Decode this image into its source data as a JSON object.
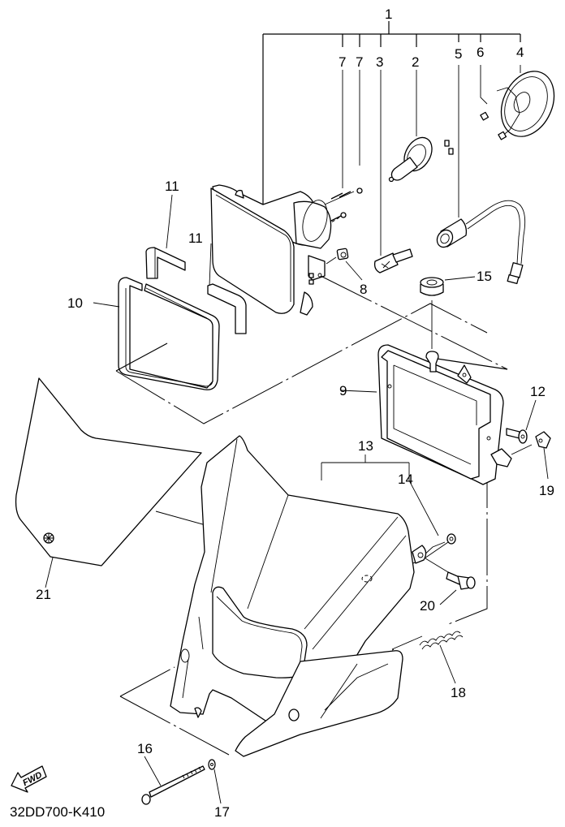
{
  "diagram": {
    "title": "Headlight assembly exploded parts diagram",
    "diagram_code": "32DD700-K410",
    "fwd_indicator": "FWD",
    "callouts": [
      {
        "id": "1",
        "part": "headlight-assembly"
      },
      {
        "id": "2",
        "part": "headlight-bulb"
      },
      {
        "id": "3",
        "part": "auxiliary-bulb"
      },
      {
        "id": "4",
        "part": "bulb-cover"
      },
      {
        "id": "5",
        "part": "socket-cord"
      },
      {
        "id": "6",
        "part": "bulb-retaining-spring"
      },
      {
        "id": "7",
        "part": "adjusting-screw-a"
      },
      {
        "id": "7",
        "part": "adjusting-screw-b"
      },
      {
        "id": "8",
        "part": "nut"
      },
      {
        "id": "9",
        "part": "headlight-bracket"
      },
      {
        "id": "10",
        "part": "seal-frame"
      },
      {
        "id": "11",
        "part": "seal-strip-upper"
      },
      {
        "id": "11",
        "part": "seal-strip-lower"
      },
      {
        "id": "12",
        "part": "bolt"
      },
      {
        "id": "13",
        "part": "headlight-fairing"
      },
      {
        "id": "14",
        "part": "washer"
      },
      {
        "id": "15",
        "part": "grommet"
      },
      {
        "id": "16",
        "part": "long-bolt"
      },
      {
        "id": "17",
        "part": "washer-small"
      },
      {
        "id": "18",
        "part": "spring"
      },
      {
        "id": "19",
        "part": "clip"
      },
      {
        "id": "20",
        "part": "collar-bolt"
      },
      {
        "id": "21",
        "part": "number-plate-emblem"
      }
    ]
  }
}
